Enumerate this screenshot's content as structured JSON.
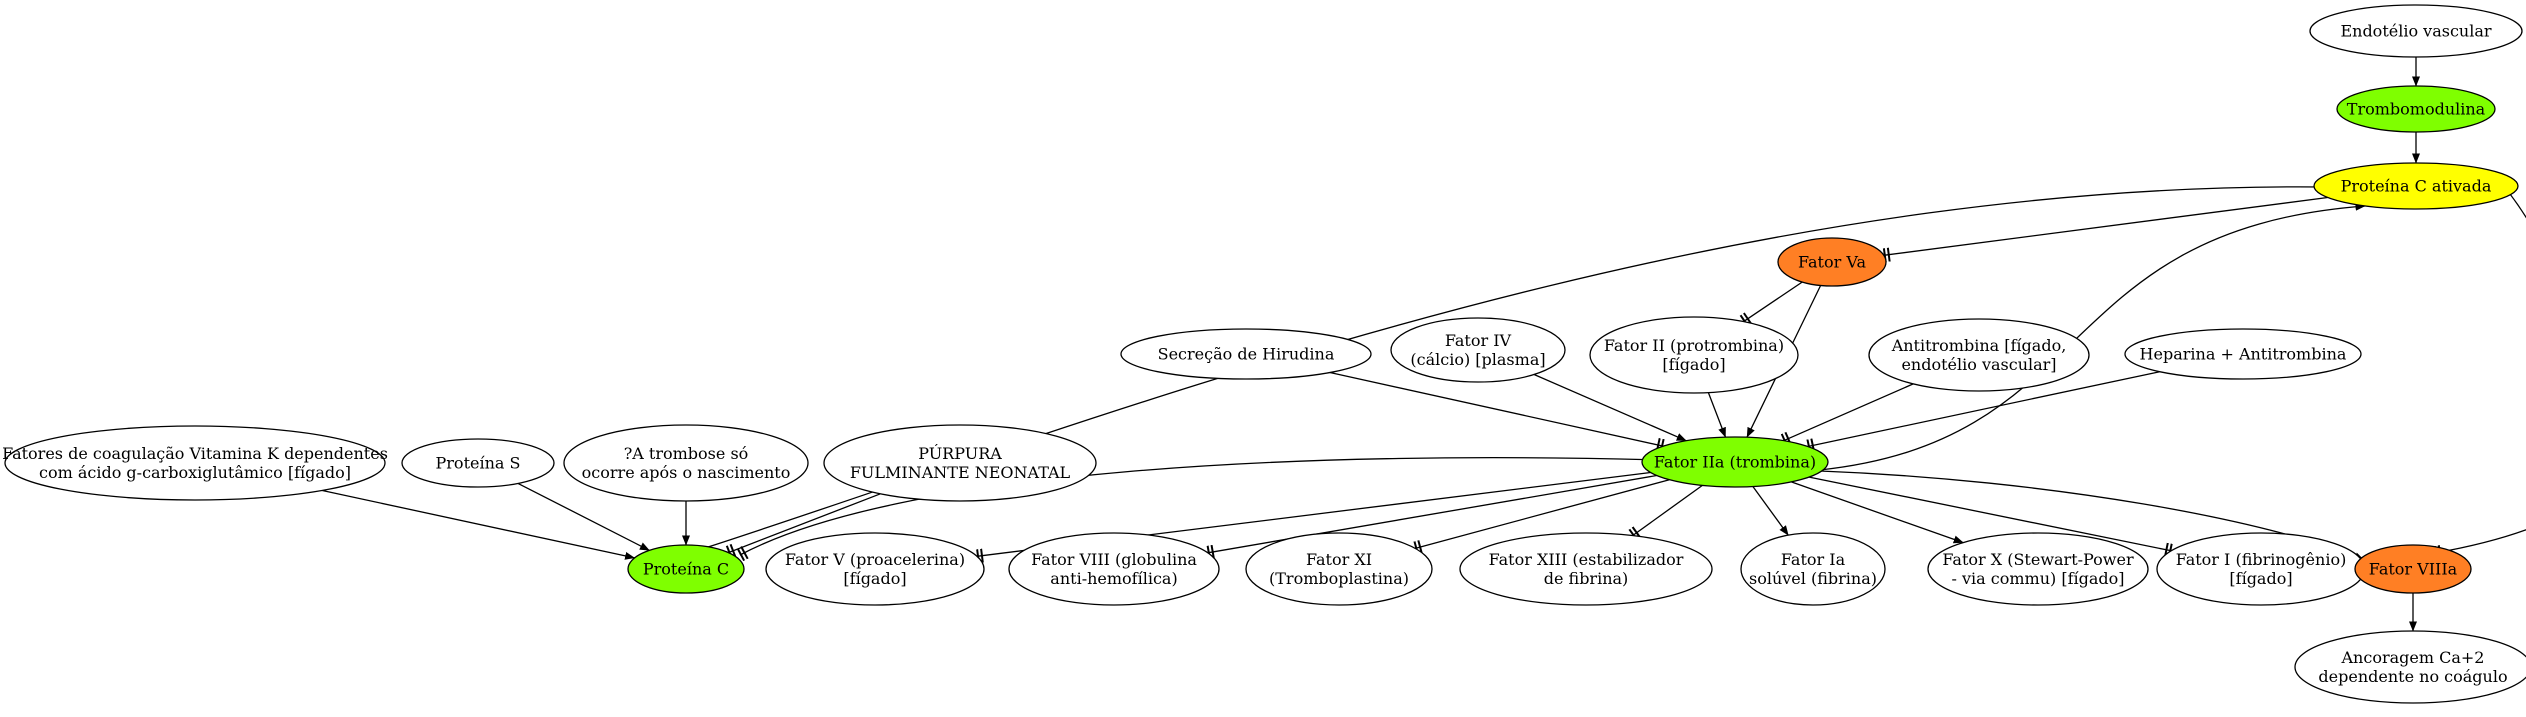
{
  "colors": {
    "green": "#7fff00",
    "yellow": "#ffff00",
    "orange": "#ff7f24",
    "white": "#ffffff"
  },
  "nodes": {
    "endotelio": {
      "lines": [
        "Endotélio vascular"
      ],
      "fill": "white"
    },
    "trombomodulina": {
      "lines": [
        "Trombomodulina"
      ],
      "fill": "green"
    },
    "proteina_c_ativada": {
      "lines": [
        "Proteína C ativada"
      ],
      "fill": "yellow"
    },
    "fator_va": {
      "lines": [
        "Fator Va"
      ],
      "fill": "orange"
    },
    "secrecao_hirudina": {
      "lines": [
        "Secreção de Hirudina"
      ],
      "fill": "white"
    },
    "fator_iv": {
      "lines": [
        "Fator IV",
        "(cálcio) [plasma]"
      ],
      "fill": "white"
    },
    "fator_ii": {
      "lines": [
        "Fator II (protrombina)",
        "[fígado]"
      ],
      "fill": "white"
    },
    "antitrombina": {
      "lines": [
        "Antitrombina [fígado,",
        "endotélio vascular]"
      ],
      "fill": "white"
    },
    "heparina": {
      "lines": [
        "Heparina + Antitrombina"
      ],
      "fill": "white"
    },
    "fatores_vitk": {
      "lines": [
        "Fatores de coagulação Vitamina K dependentes",
        "com ácido g-carboxiglutâmico [fígado]"
      ],
      "fill": "white"
    },
    "proteina_s": {
      "lines": [
        "Proteína S"
      ],
      "fill": "white"
    },
    "trombose": {
      "lines": [
        "?A trombose só",
        "ocorre após o nascimento"
      ],
      "fill": "white"
    },
    "purpura": {
      "lines": [
        "PÚRPURA",
        "FULMINANTE NEONATAL"
      ],
      "fill": "white"
    },
    "fator_iia": {
      "lines": [
        "Fator IIa (trombina)"
      ],
      "fill": "green"
    },
    "proteina_c": {
      "lines": [
        "Proteína C"
      ],
      "fill": "green"
    },
    "fator_v": {
      "lines": [
        "Fator V (proacelerina)",
        "[fígado]"
      ],
      "fill": "white"
    },
    "fator_viii": {
      "lines": [
        "Fator VIII (globulina",
        "anti-hemofílica)"
      ],
      "fill": "white"
    },
    "fator_xi": {
      "lines": [
        "Fator XI",
        "(Tromboplastina)"
      ],
      "fill": "white"
    },
    "fator_xiii": {
      "lines": [
        "Fator XIII (estabilizador",
        "de fibrina)"
      ],
      "fill": "white"
    },
    "fator_ia": {
      "lines": [
        "Fator Ia",
        "solúvel (fibrina)"
      ],
      "fill": "white"
    },
    "fator_x": {
      "lines": [
        "Fator X (Stewart-Power",
        "- via commu) [fígado]"
      ],
      "fill": "white"
    },
    "fator_i": {
      "lines": [
        "Fator I (fibrinogênio)",
        "[fígado]"
      ],
      "fill": "white"
    },
    "fator_viiia": {
      "lines": [
        "Fator VIIIa"
      ],
      "fill": "orange"
    },
    "ancoragem": {
      "lines": [
        "Ancoragem Ca+2",
        "dependente no coágulo"
      ],
      "fill": "white"
    }
  },
  "edges": [
    {
      "from": "endotelio",
      "to": "trombomodulina",
      "head": "normal"
    },
    {
      "from": "trombomodulina",
      "to": "proteina_c_ativada",
      "head": "normal"
    },
    {
      "from": "proteina_c_ativada",
      "to": "fator_va",
      "head": "tee"
    },
    {
      "from": "proteina_c_ativada",
      "to": "fator_viiia",
      "head": "tee"
    },
    {
      "from": "fator_va",
      "to": "fator_ii",
      "head": "tee"
    },
    {
      "from": "fator_va",
      "to": "fator_iia",
      "head": "normal"
    },
    {
      "from": "fator_iia",
      "to": "proteina_c_ativada",
      "head": "normal"
    },
    {
      "from": "proteina_c",
      "to": "proteina_c_ativada",
      "head": "normal"
    },
    {
      "from": "secrecao_hirudina",
      "to": "fator_iia",
      "head": "tee"
    },
    {
      "from": "fator_iv",
      "to": "fator_iia",
      "head": "normal"
    },
    {
      "from": "fator_ii",
      "to": "fator_iia",
      "head": "normal"
    },
    {
      "from": "antitrombina",
      "to": "fator_iia",
      "head": "tee"
    },
    {
      "from": "heparina",
      "to": "fator_iia",
      "head": "tee"
    },
    {
      "from": "fatores_vitk",
      "to": "proteina_c",
      "head": "normal"
    },
    {
      "from": "proteina_s",
      "to": "proteina_c",
      "head": "normal"
    },
    {
      "from": "trombose",
      "to": "proteina_c",
      "head": "normal"
    },
    {
      "from": "purpura",
      "to": "proteina_c",
      "head": "tee"
    },
    {
      "from": "fator_iia",
      "to": "proteina_c",
      "head": "tee"
    },
    {
      "from": "fator_iia",
      "to": "fator_v",
      "head": "tee"
    },
    {
      "from": "fator_iia",
      "to": "fator_viii",
      "head": "tee"
    },
    {
      "from": "fator_iia",
      "to": "fator_xi",
      "head": "tee"
    },
    {
      "from": "fator_iia",
      "to": "fator_xiii",
      "head": "tee"
    },
    {
      "from": "fator_iia",
      "to": "fator_ia",
      "head": "normal"
    },
    {
      "from": "fator_iia",
      "to": "fator_x",
      "head": "normal"
    },
    {
      "from": "fator_iia",
      "to": "fator_i",
      "head": "tee"
    },
    {
      "from": "fator_iia",
      "to": "fator_viiia",
      "head": "normal"
    },
    {
      "from": "fator_viiia",
      "to": "ancoragem",
      "head": "normal"
    }
  ]
}
